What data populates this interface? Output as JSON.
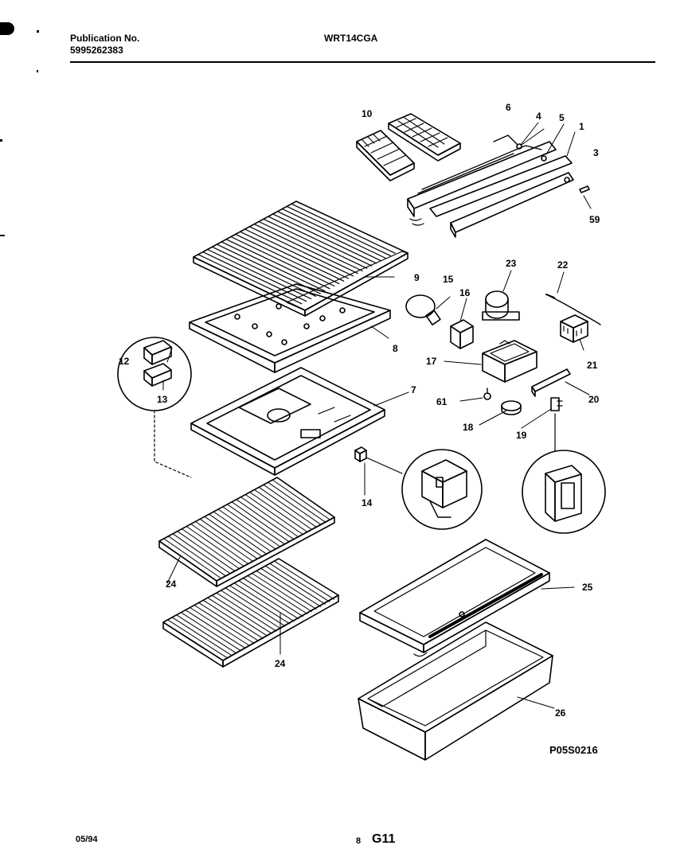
{
  "header": {
    "publication_label": "Publication No.",
    "publication_number": "5995262383",
    "model": "WRT14CGA"
  },
  "footer": {
    "date": "05/94",
    "page_number": "8",
    "section": "G11"
  },
  "diagram_code": "P05S0216",
  "callouts": [
    "10",
    "6",
    "4",
    "5",
    "1",
    "3",
    "59",
    "9",
    "15",
    "16",
    "23",
    "22",
    "8",
    "12",
    "13",
    "17",
    "21",
    "7",
    "61",
    "20",
    "18",
    "19",
    "14",
    "24",
    "24",
    "25",
    "26"
  ]
}
